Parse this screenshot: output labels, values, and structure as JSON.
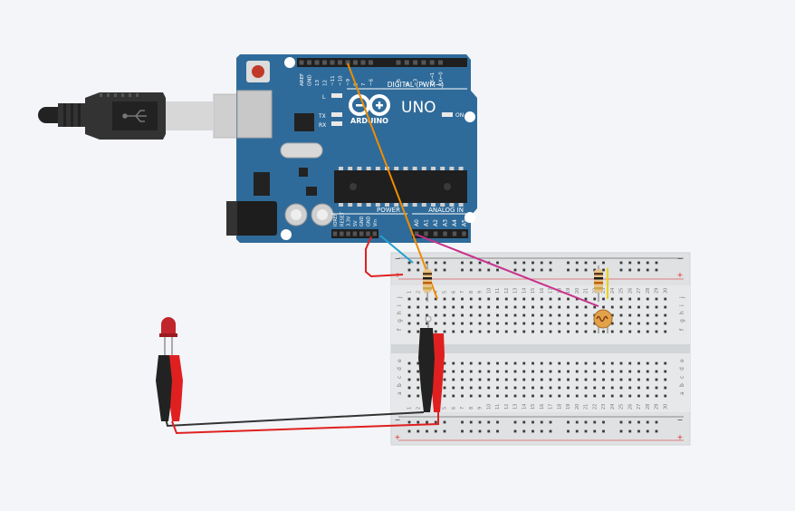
{
  "canvas": {
    "background": "#f3f5f8"
  },
  "arduino": {
    "model": "UNO",
    "brand": "ARDUINO",
    "board_color": "#2f6b9a",
    "digital_header": "DIGITAL (PWM~)",
    "analog_header": "ANALOG IN",
    "power_header": "POWER",
    "on_label": "ON",
    "l_label": "L",
    "tx_label": "TX",
    "rx_label": "RX",
    "digital_pins": [
      "AREF",
      "GND",
      "13",
      "12",
      "~11",
      "~10",
      "~9",
      "8",
      "7",
      "~6",
      "~5",
      "4",
      "~3",
      "2",
      "TX→1",
      "RX←0"
    ],
    "power_pins": [
      "IOREF",
      "RESET",
      "3.3V",
      "5V",
      "GND",
      "GND",
      "Vin"
    ],
    "analog_pins": [
      "A0",
      "A1",
      "A2",
      "A3",
      "A4",
      "A5"
    ]
  },
  "breadboard": {
    "col_numbers": [
      "1",
      "2",
      "3",
      "4",
      "5",
      "6",
      "7",
      "8",
      "9",
      "10",
      "11",
      "12",
      "13",
      "14",
      "15",
      "16",
      "17",
      "18",
      "19",
      "20",
      "21",
      "22",
      "23",
      "24",
      "25",
      "26",
      "27",
      "28",
      "29",
      "30"
    ],
    "top_rows": [
      "j",
      "i",
      "h",
      "g",
      "f"
    ],
    "bottom_rows": [
      "e",
      "d",
      "c",
      "b",
      "a"
    ],
    "rail_minus": "−",
    "rail_plus": "+"
  },
  "components": [
    {
      "name": "resistor",
      "count": 2,
      "icon": "resistor-icon"
    },
    {
      "name": "photoresistor",
      "icon": "photoresistor-icon"
    },
    {
      "name": "red LED",
      "icon": "led-icon",
      "color": "#c0262c"
    },
    {
      "name": "alligator clips",
      "icon": "clip-icon"
    }
  ],
  "wire_colors": {
    "orange": "#f08c00",
    "red": "#e02020",
    "blue": "#22a0d0",
    "magenta": "#c8328c",
    "black": "#333333"
  }
}
